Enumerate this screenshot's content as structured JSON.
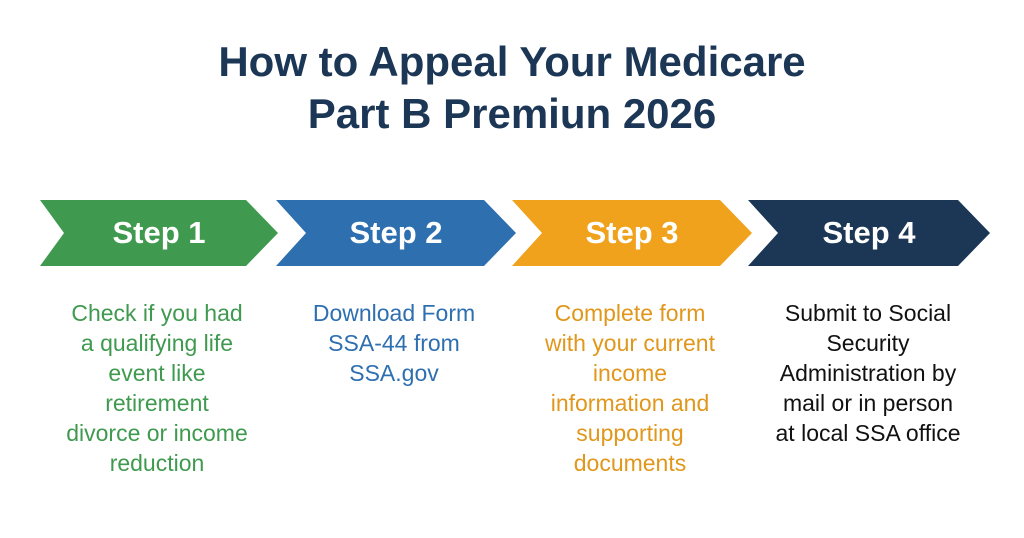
{
  "title": {
    "line1": "How to Appeal Your Medicare",
    "line2": "Part B Premiun 2026"
  },
  "steps": [
    {
      "label": "Step 1",
      "color": "#3f9a4f",
      "text_color": "#3f9a4f",
      "description": [
        "Check if you had",
        "a qualifying life",
        "event like",
        "retirement",
        "divorce or income",
        "reduction"
      ]
    },
    {
      "label": "Step 2",
      "color": "#2e6fb0",
      "text_color": "#2e6fb0",
      "description": [
        "Download Form",
        "SSA-44 from",
        "SSA.gov"
      ]
    },
    {
      "label": "Step 3",
      "color": "#f0a21c",
      "text_color": "#e0971b",
      "description": [
        "Complete form",
        "with your current",
        "income",
        "information and",
        "supporting",
        "documents"
      ]
    },
    {
      "label": "Step 4",
      "color": "#1c3656",
      "text_color": "#111111",
      "description": [
        "Submit to Social",
        "Security",
        "Administration by",
        "mail or in person",
        "at local SSA office"
      ]
    }
  ]
}
